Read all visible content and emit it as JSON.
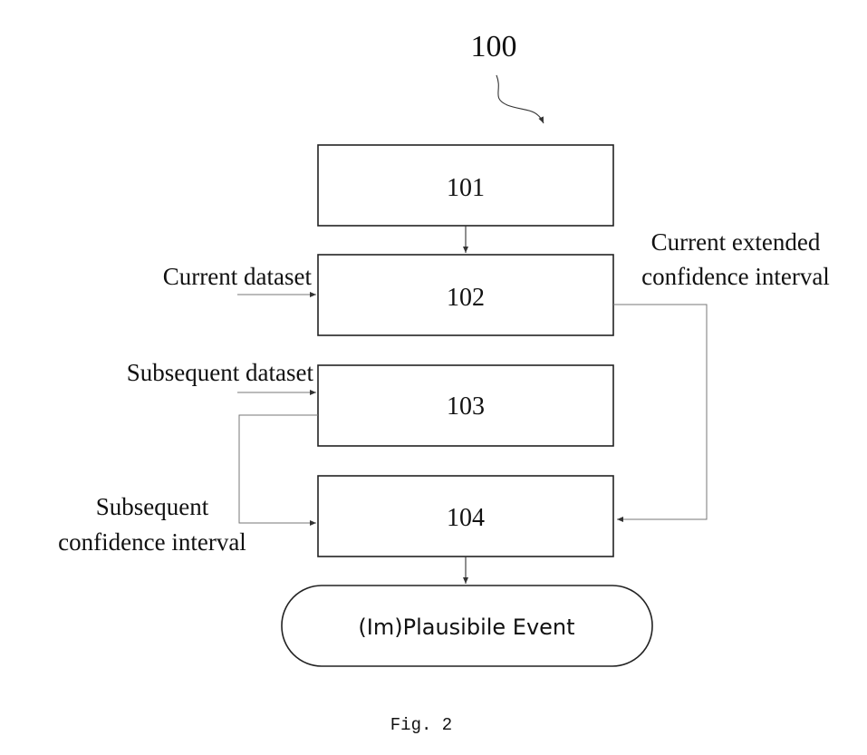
{
  "figure": {
    "reference_numeral": "100",
    "caption": "Fig. 2"
  },
  "steps": [
    {
      "id": "101",
      "label": "101"
    },
    {
      "id": "102",
      "label": "102"
    },
    {
      "id": "103",
      "label": "103"
    },
    {
      "id": "104",
      "label": "104"
    }
  ],
  "terminal": {
    "label": "(Im)Plausibile Event"
  },
  "inputs": {
    "current_dataset": "Current dataset",
    "subsequent_dataset": "Subsequent dataset",
    "subsequent_confidence_interval": [
      "Subsequent",
      "confidence interval"
    ],
    "current_extended_confidence_interval": [
      "Current extended",
      "confidence interval"
    ]
  }
}
